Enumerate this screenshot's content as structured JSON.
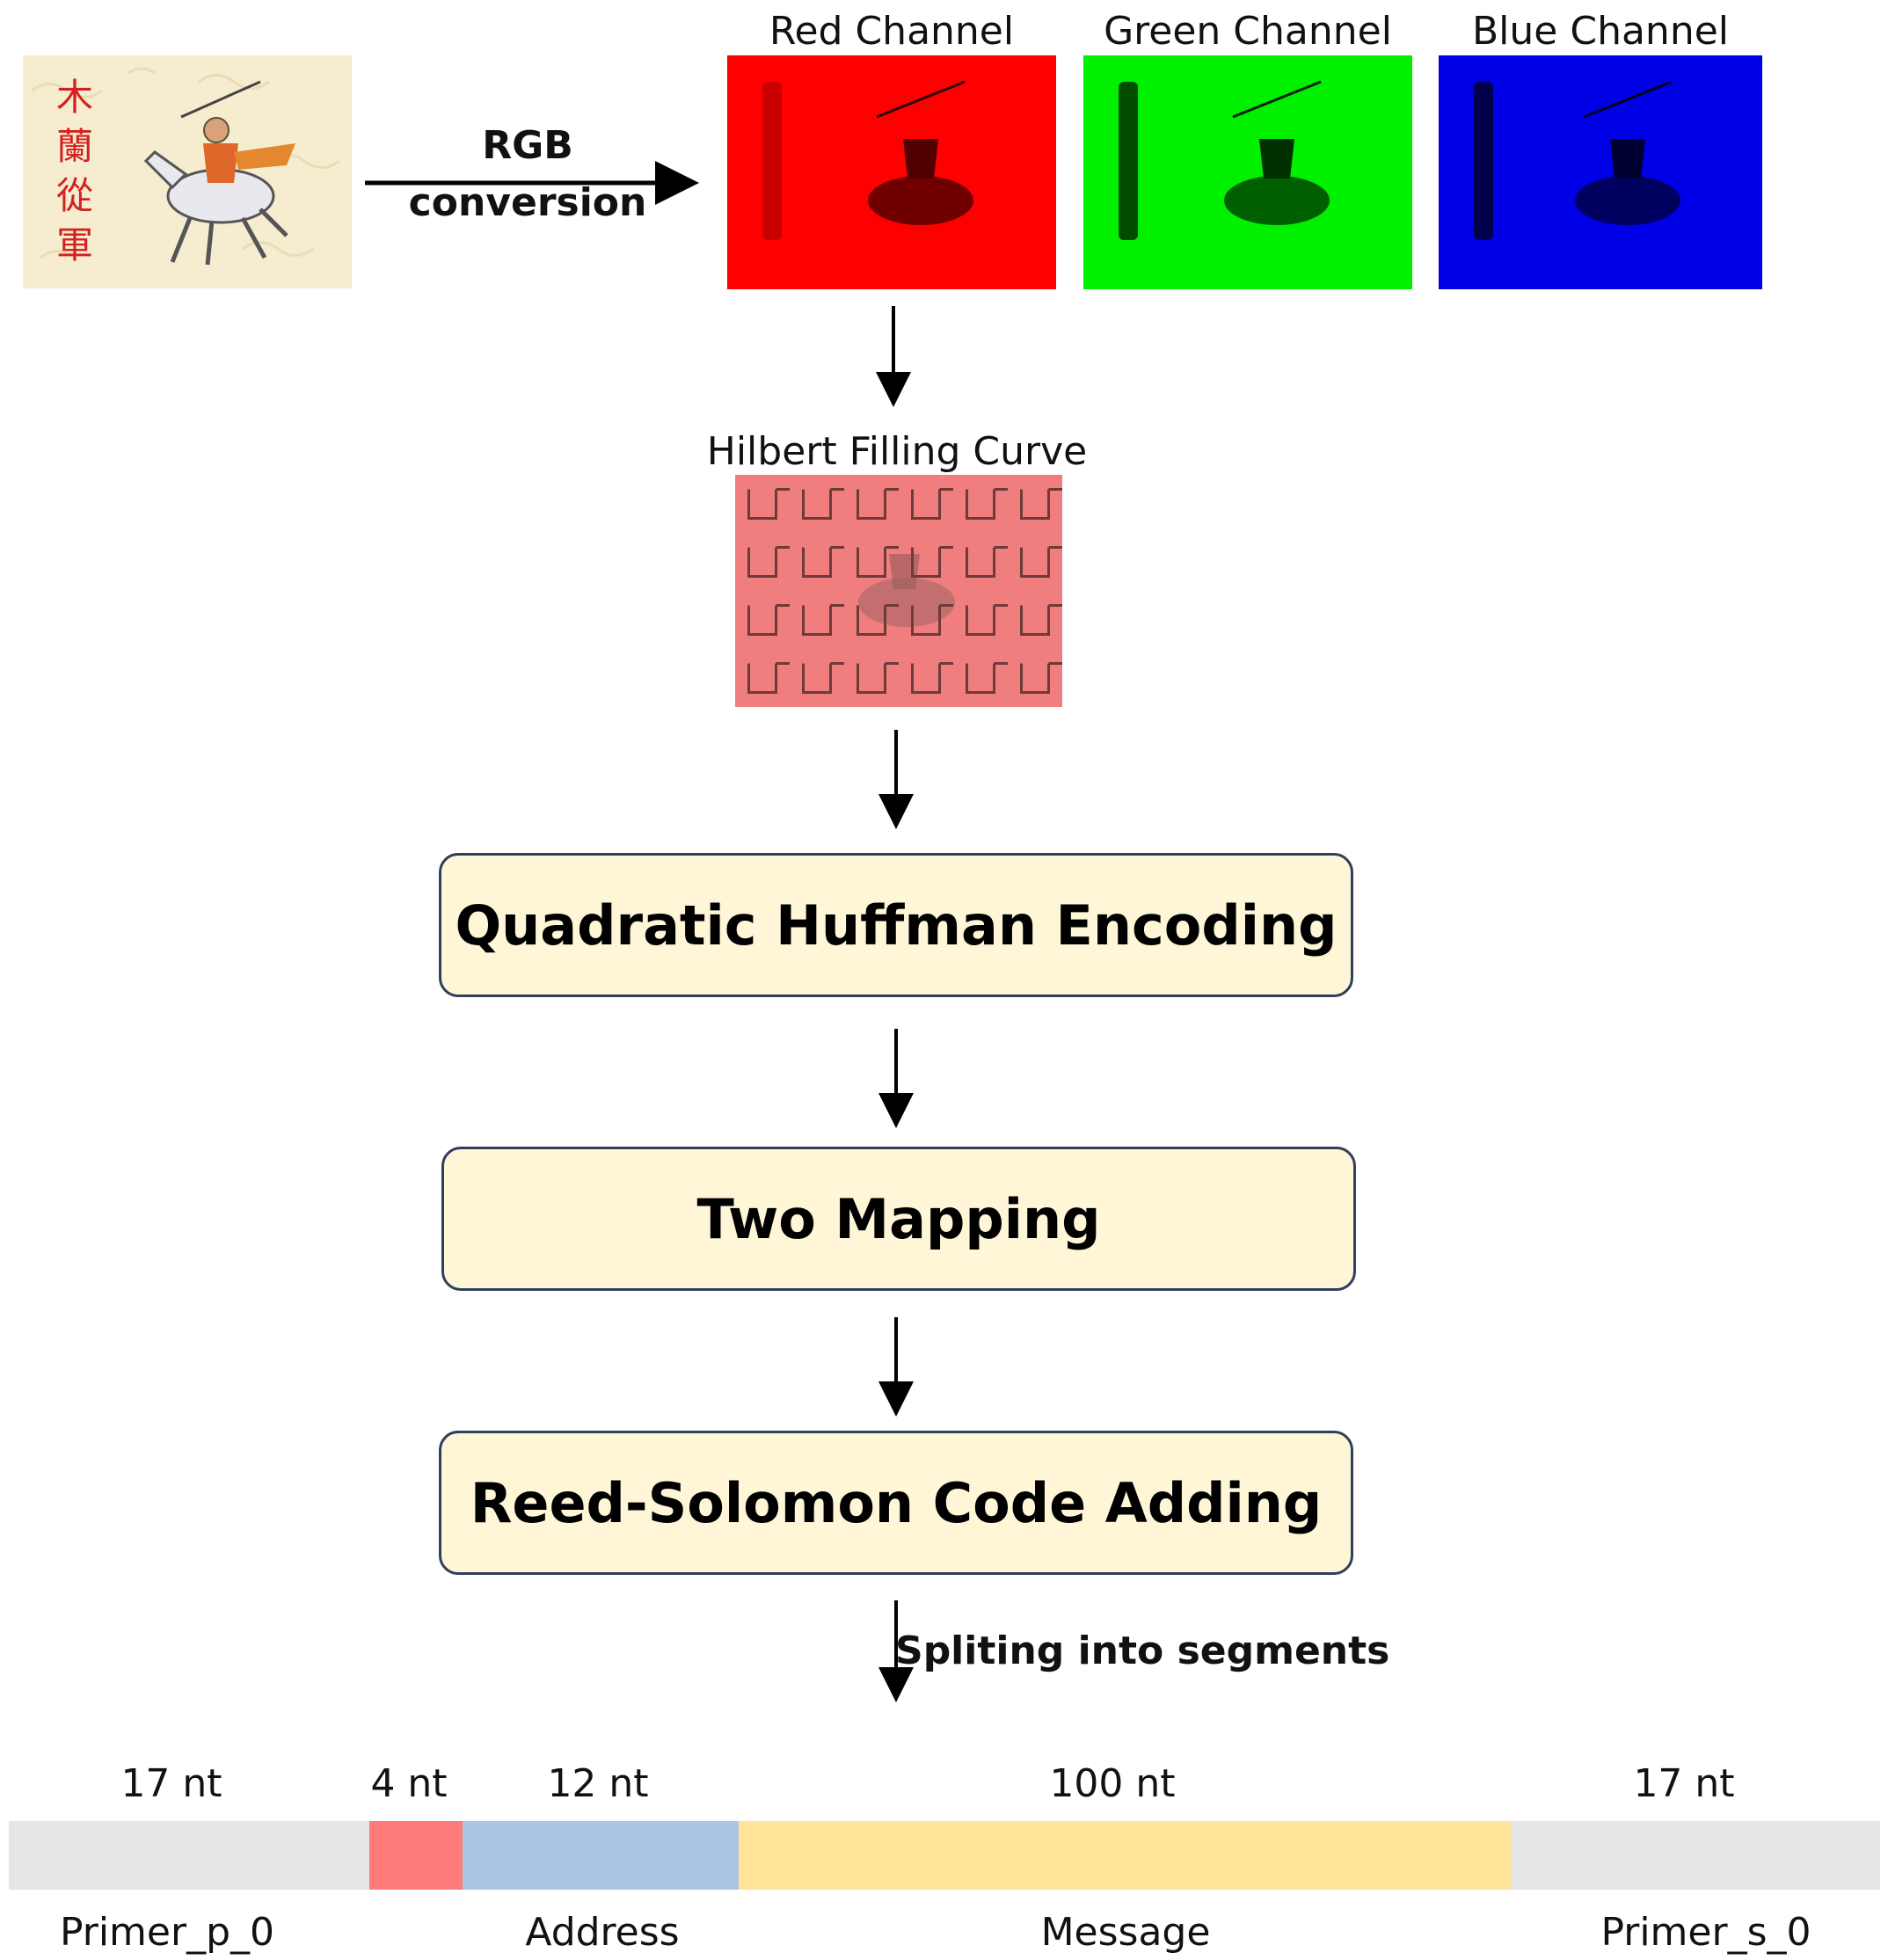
{
  "colors": {
    "red_channel": "#ff0000",
    "green_channel": "#00ff00",
    "blue_channel": "#0000ff",
    "hilbert_bg": "#f07e7e",
    "box_fill": "#fff6d8",
    "box_border": "#2f3f5c",
    "seg_primer": "#e6e6e6",
    "seg_index": "#ff7b7b",
    "seg_address": "#a9c4e5",
    "seg_message": "#ffe399"
  },
  "source_image": {
    "caption_glyphs": "木蘭從軍"
  },
  "conversion": {
    "line1": "RGB",
    "line2": "conversion"
  },
  "channels": [
    {
      "label": "Red Channel"
    },
    {
      "label": "Green Channel"
    },
    {
      "label": "Blue Channel"
    }
  ],
  "hilbert": {
    "label": "Hilbert Filling Curve"
  },
  "steps": [
    {
      "label": "Quadratic Huffman Encoding"
    },
    {
      "label": "Two Mapping"
    },
    {
      "label": "Reed-Solomon Code Adding"
    }
  ],
  "split": {
    "label": "Spliting into segments"
  },
  "segments": [
    {
      "length": "17 nt",
      "name": "Primer_p_0"
    },
    {
      "length": "4 nt",
      "name": ""
    },
    {
      "length": "12 nt",
      "name": "Address"
    },
    {
      "length": "100 nt",
      "name": "Message"
    },
    {
      "length": "17 nt",
      "name": "Primer_s_0"
    }
  ]
}
